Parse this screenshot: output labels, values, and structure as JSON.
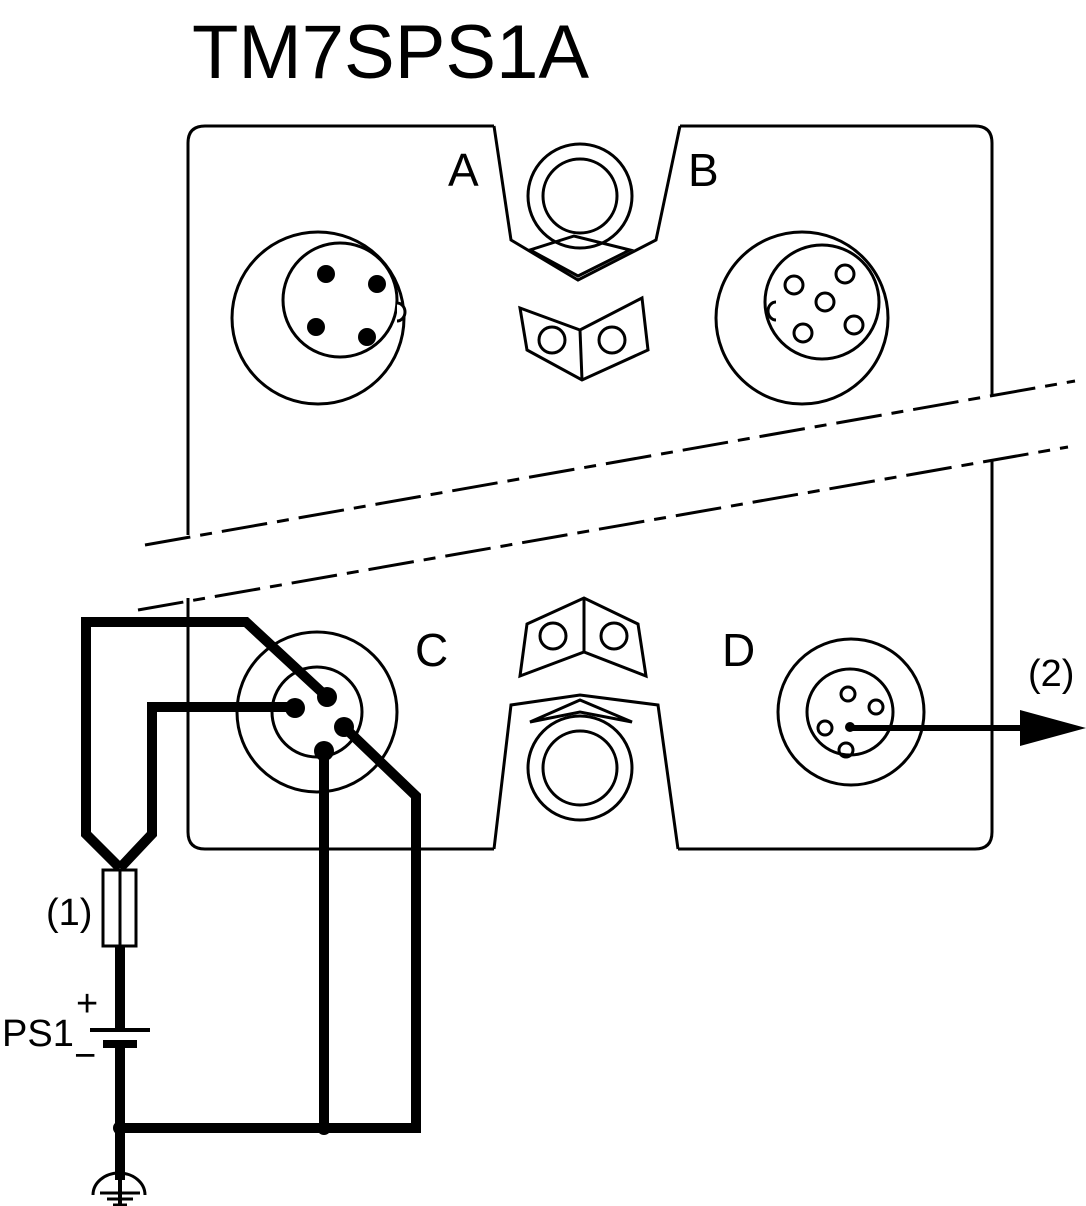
{
  "title": "TM7SPS1A",
  "ports": {
    "a": "A",
    "b": "B",
    "c": "C",
    "d": "D"
  },
  "callouts": {
    "fuse": "(1)",
    "output": "(2)"
  },
  "power_supply": {
    "label": "PS1",
    "plus": "+",
    "minus": "−"
  }
}
